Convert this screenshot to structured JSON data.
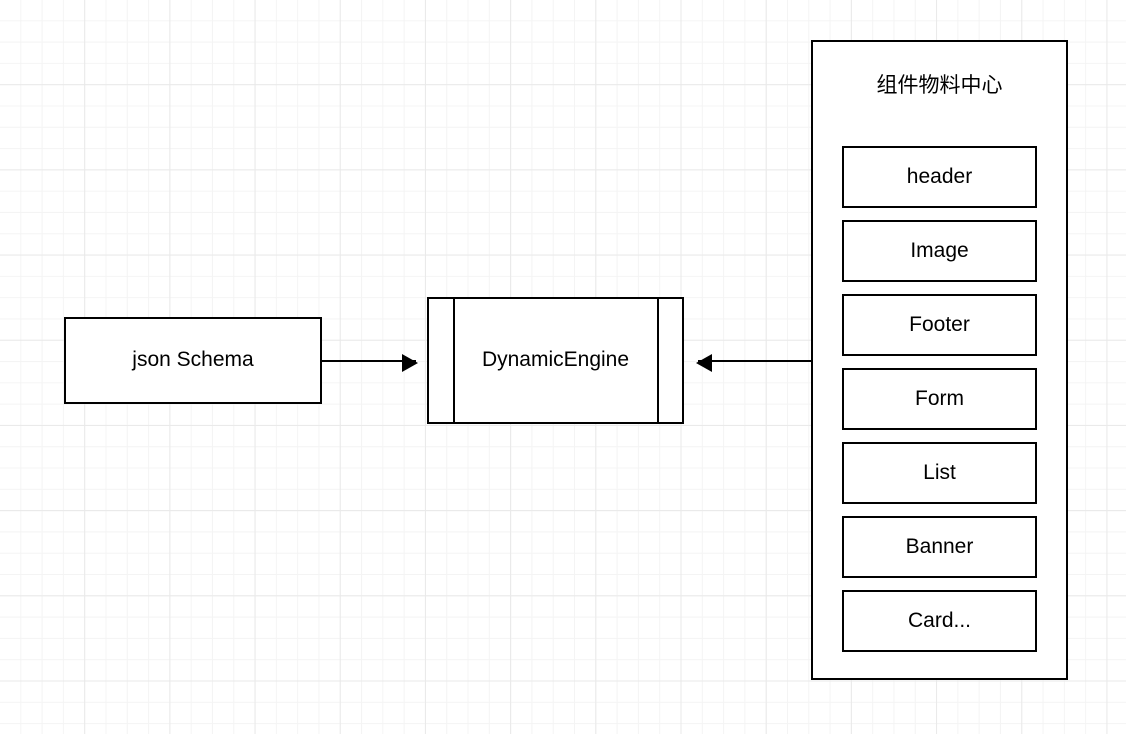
{
  "diagram": {
    "title": "",
    "background": {
      "grid": true,
      "minor_grid_color": "#f4f4f4",
      "major_grid_color": "#e9e9e9",
      "canvas_color": "#ffffff"
    },
    "stroke_color": "#000000",
    "fill_color": "#ffffff"
  },
  "nodes": {
    "json_schema": {
      "label": "json Schema",
      "shape": "rectangle"
    },
    "dynamic_engine": {
      "label": "DynamicEngine",
      "shape": "subroutine"
    },
    "material_center": {
      "title": "组件物料中心",
      "shape": "container",
      "items": [
        {
          "label": "header"
        },
        {
          "label": "Image"
        },
        {
          "label": "Footer"
        },
        {
          "label": "Form"
        },
        {
          "label": "List"
        },
        {
          "label": "Banner"
        },
        {
          "label": "Card..."
        }
      ]
    }
  },
  "connectors": [
    {
      "id": "schema-to-engine",
      "from": "json Schema",
      "to": "DynamicEngine",
      "direction": "right",
      "label": ""
    },
    {
      "id": "material-to-engine",
      "from": "组件物料中心",
      "to": "DynamicEngine",
      "direction": "left",
      "label": ""
    }
  ]
}
